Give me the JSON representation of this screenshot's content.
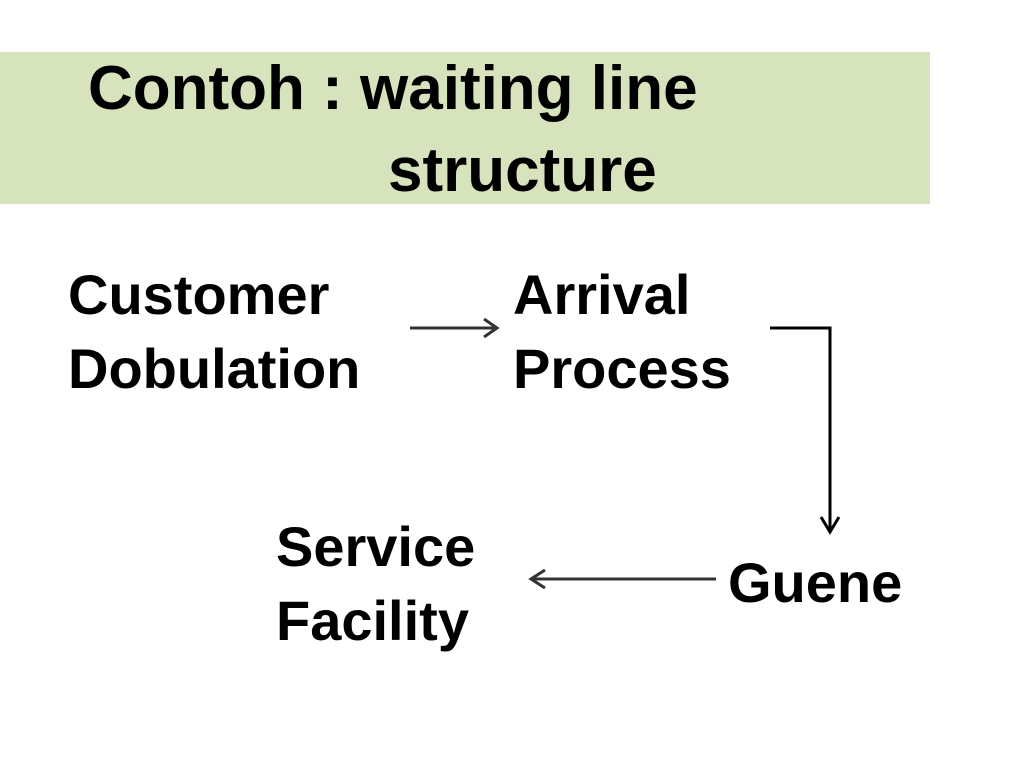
{
  "title": {
    "line1": "Contoh : waiting line",
    "line2": "structure"
  },
  "nodes": {
    "customer": {
      "line1": "Customer",
      "line2": "Dobulation"
    },
    "arrival": {
      "line1": "Arrival",
      "line2": "Process"
    },
    "queue": {
      "line1": "Guene"
    },
    "service": {
      "line1": "Service",
      "line2": "Facility"
    }
  },
  "colors": {
    "title_band": "#d6e3bc",
    "text": "#000000",
    "arrow_gray": "#333333",
    "arrow_black": "#000000"
  }
}
